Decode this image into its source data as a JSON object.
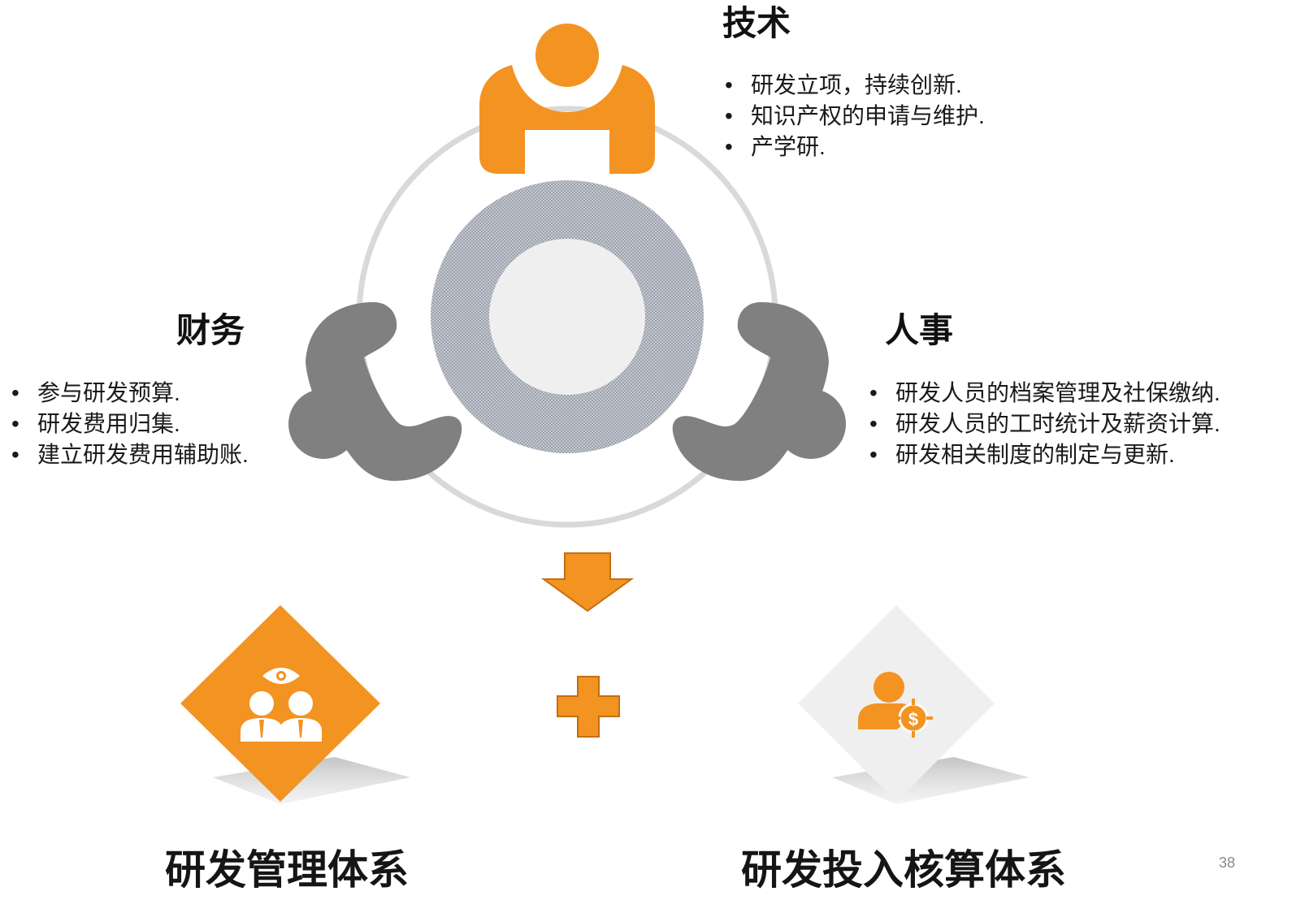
{
  "tech": {
    "title": "技术",
    "bullets": [
      "研发立项，持续创新.",
      "知识产权的申请与维护.",
      "产学研."
    ]
  },
  "finance": {
    "title": "财务",
    "bullets": [
      "参与研发预算.",
      "研发费用归集.",
      "建立研发费用辅助账."
    ]
  },
  "hr": {
    "title": "人事",
    "bullets": [
      "研发人员的档案管理及社保缴纳.",
      "研发人员的工时统计及薪资计算.",
      "研发相关制度的制定与更新."
    ]
  },
  "bottom": {
    "left_title": "研发管理体系",
    "right_title": "研发投入核算体系"
  },
  "page_number": "38",
  "colors": {
    "accent": "#F39322",
    "gray_figure": "#808080",
    "ring": "#D9D9D9",
    "hatch": "#A9AEB9",
    "light_diamond": "#EFEFEF"
  },
  "icons": {
    "tech_figure": "person-figure-icon",
    "finance_figure": "person-figure-icon",
    "hr_figure": "person-figure-icon",
    "arrow": "arrow-down-icon",
    "plus": "plus-icon",
    "management": "team-eye-icon",
    "accounting": "person-dollar-icon"
  }
}
